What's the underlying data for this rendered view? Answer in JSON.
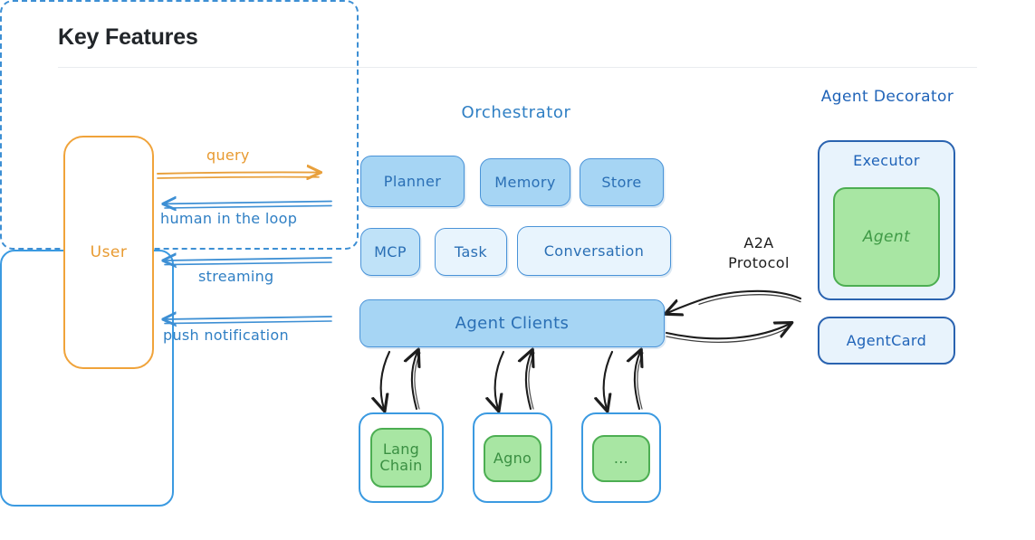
{
  "header": {
    "title": "Key Features"
  },
  "diagram": {
    "user": {
      "label": "User"
    },
    "orchestrator": {
      "title": "Orchestrator",
      "components": [
        {
          "label": "Planner"
        },
        {
          "label": "Memory"
        },
        {
          "label": "Store"
        },
        {
          "label": "MCP"
        },
        {
          "label": "Task"
        },
        {
          "label": "Conversation"
        },
        {
          "label": "Agent Clients"
        }
      ]
    },
    "protocol": {
      "line1": "A2A",
      "line2": "Protocol"
    },
    "agent_decorator": {
      "title": "Agent Decorator",
      "executor": "Executor",
      "agent": "Agent",
      "agent_card": "AgentCard"
    },
    "frameworks": [
      {
        "line1": "Lang",
        "line2": "Chain"
      },
      {
        "line1": "Agno",
        "line2": ""
      },
      {
        "line1": "...",
        "line2": ""
      }
    ],
    "edges": [
      {
        "label": "query",
        "direction": "user-to-orchestrator",
        "color": "#e89a30"
      },
      {
        "label": "human in the loop",
        "direction": "orchestrator-to-user",
        "color": "#2f7fc4"
      },
      {
        "label": "streaming",
        "direction": "orchestrator-to-user",
        "color": "#2f7fc4"
      },
      {
        "label": "push notification",
        "direction": "orchestrator-to-user",
        "color": "#2f7fc4"
      }
    ],
    "colors": {
      "orange": "#e89a30",
      "blue": "#2f7fc4",
      "blue_border": "#3b9ae1",
      "chip_dark": "#a6d5f4",
      "chip_medium": "#bfe2f8",
      "chip_light": "#e8f4fd",
      "green_fill": "#a8e6a3",
      "green_border": "#4cae52",
      "arrow_black": "#1d1d1d"
    }
  }
}
